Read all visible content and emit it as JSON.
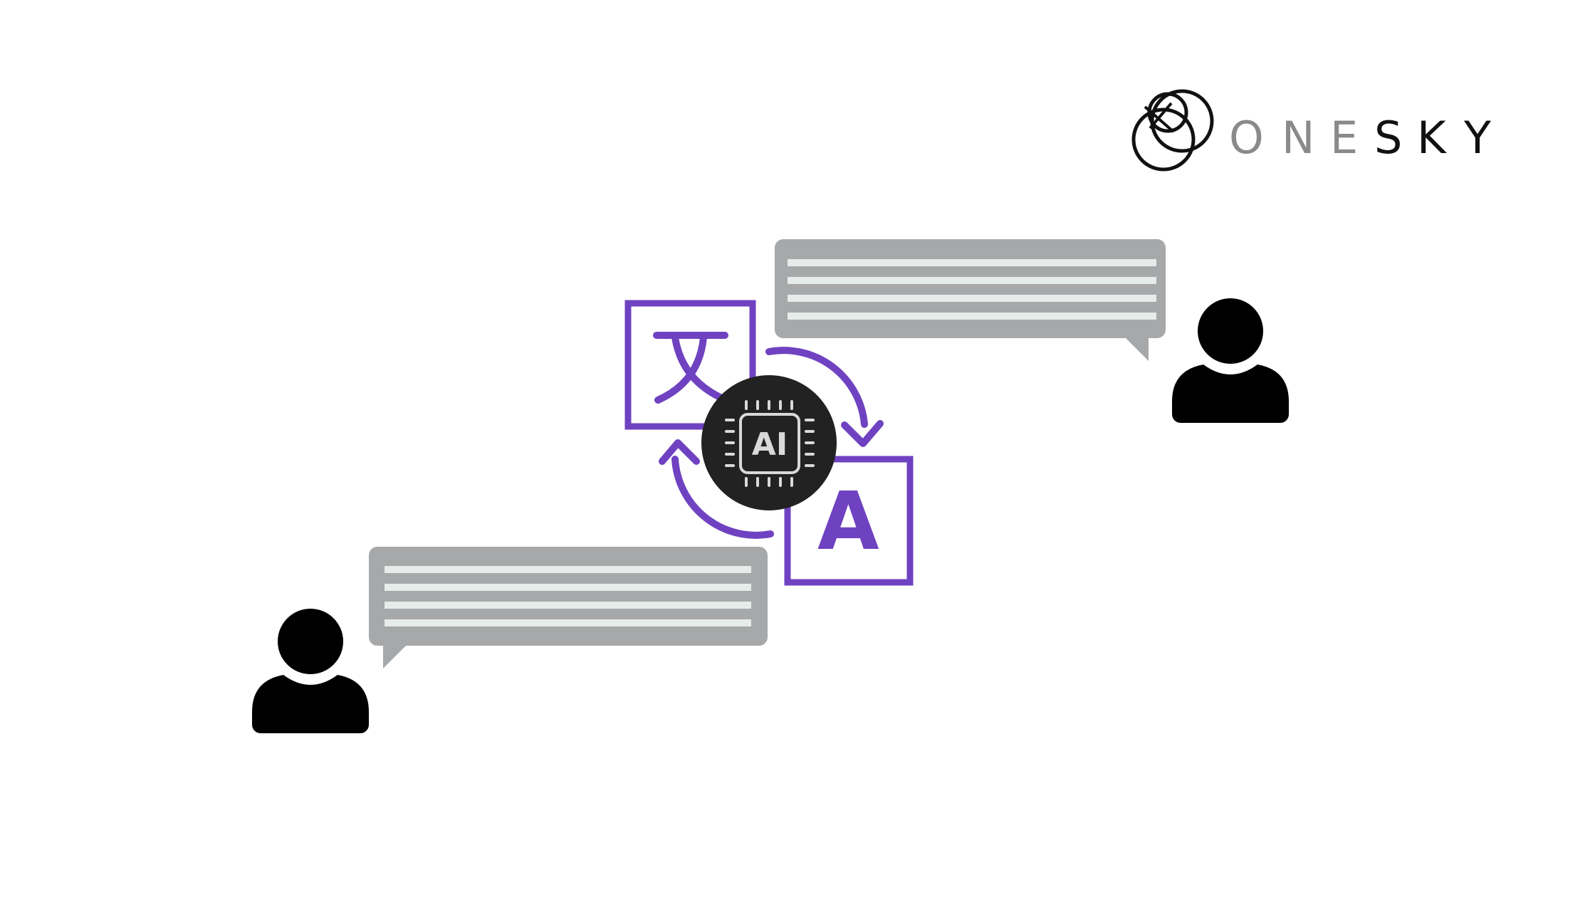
{
  "logo": {
    "letters": [
      "O",
      "N",
      "E",
      "S",
      "K",
      "Y"
    ]
  },
  "translation": {
    "source_glyph": "文",
    "target_glyph": "A",
    "ai_label": "AI"
  },
  "colors": {
    "accent": "#6f42c1",
    "bubble": "#a7a8aa",
    "bubble_line": "#e6ecea",
    "chip_bg": "#222222",
    "person": "#000000",
    "logo_gray": "#8a8a8a",
    "logo_dark": "#111111"
  }
}
